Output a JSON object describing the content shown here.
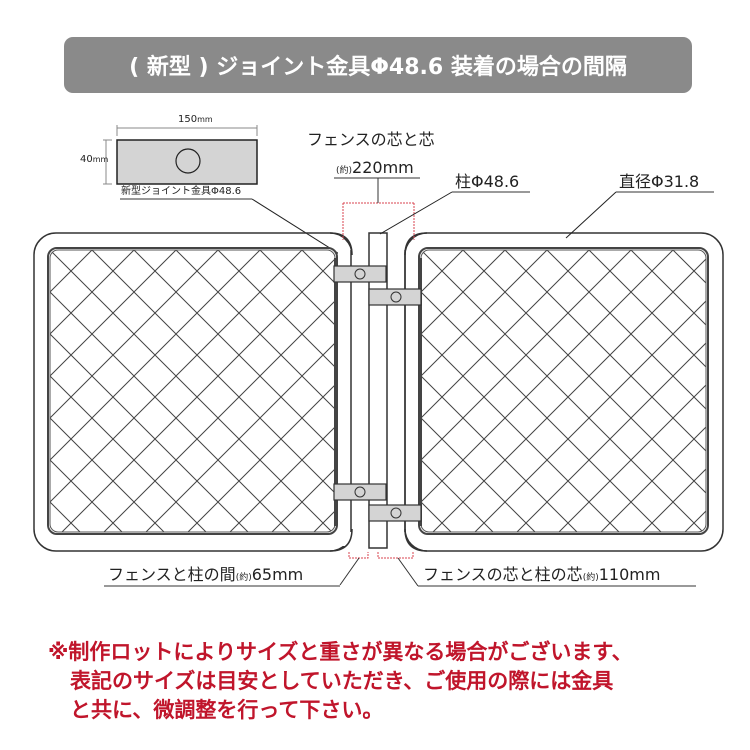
{
  "title": "( 新型 ) ジョイント金具Φ48.6 装着の場合の間隔",
  "joint_detail": {
    "width_label": "150",
    "width_unit": "mm",
    "height_label": "40",
    "height_unit": "mm",
    "name": "新型ジョイント金具Φ48.6"
  },
  "labels": {
    "fence_center_to_center": "フェンスの芯と芯",
    "approx_prefix": "(約)",
    "center_distance": "220mm",
    "post": "柱Φ48.6",
    "pipe_diameter": "直径Φ31.8",
    "gap_label": "フェンスと柱の間",
    "gap_value": "65mm",
    "center_to_post_label": "フェンスの芯と柱の芯",
    "center_to_post_value": "110mm"
  },
  "note": {
    "line1": "※制作ロットによりサイズと重さが異なる場合がございます、",
    "line2": "表記のサイズは目安としていただき、ご使用の際には金具",
    "line3": "と共に、微調整を行って下さい。"
  },
  "colors": {
    "banner_bg": "#8a8a8a",
    "note_text": "#c0152b",
    "dimension_red": "#d9434f",
    "bracket_fill": "#d4d4d4"
  }
}
